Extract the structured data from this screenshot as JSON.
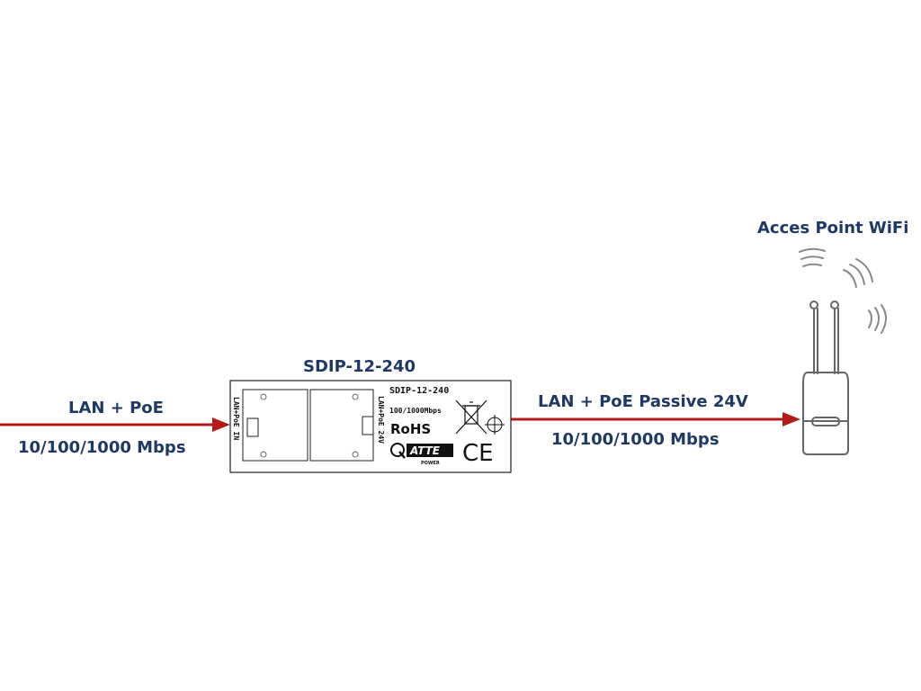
{
  "left_link": {
    "title": "LAN + PoE",
    "speed": "10/100/1000 Mbps"
  },
  "right_link": {
    "title": "LAN + PoE Passive 24V",
    "speed": "10/100/1000 Mbps"
  },
  "device": {
    "name": "SDIP-12-240",
    "panel_model": "SDIP-12-240",
    "speed_marking": "100/1000Mbps",
    "rohs": "RoHS",
    "input_port_label": "LAN+PoE IN",
    "output_port_label": "LAN+PoE 24V",
    "brand": "ATTE",
    "brand_sub": "POWER",
    "ce_mark": "CE"
  },
  "access_point": {
    "name": "Acces Point WiFi"
  },
  "colors": {
    "text": "#1f3864",
    "cable": "#b01c1c",
    "outline": "#666666"
  }
}
